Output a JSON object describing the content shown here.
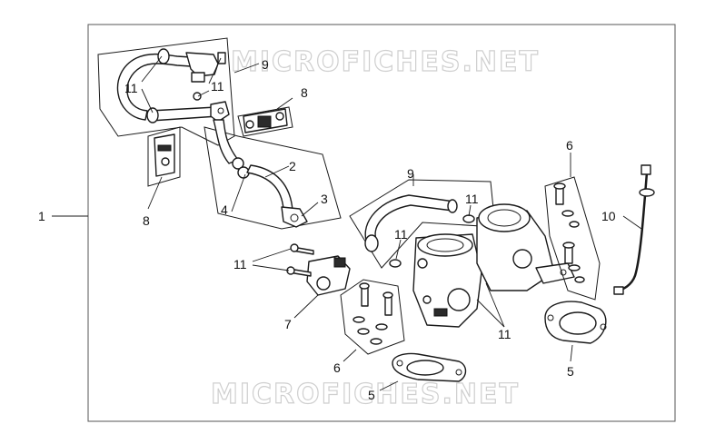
{
  "watermarks": [
    "MICROFICHES.NET",
    "MICROFICHES.NET"
  ],
  "callouts": {
    "c1": "1",
    "c2": "2",
    "c3": "3",
    "c4": "4",
    "c5a": "5",
    "c5b": "5",
    "c6a": "6",
    "c6b": "6",
    "c7": "7",
    "c8a": "8",
    "c8b": "8",
    "c9a": "9",
    "c9b": "9",
    "c10": "10",
    "c11a": "11",
    "c11b": "11",
    "c11c": "11",
    "c11d": "11",
    "c11e": "11",
    "c11f": "11"
  }
}
